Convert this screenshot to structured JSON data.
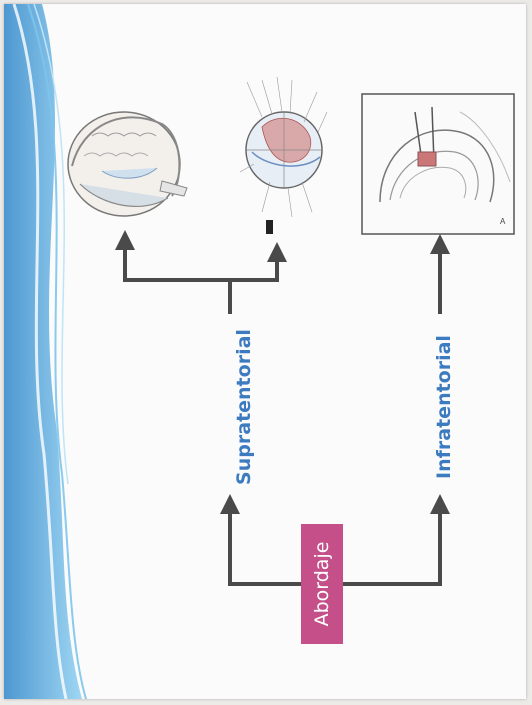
{
  "diagram": {
    "root": "Abordaje",
    "branches": [
      "Supratentorial",
      "Infratentorial"
    ]
  },
  "colors": {
    "label_blue": "#3d7bc0",
    "root_box": "#c44f89",
    "arrow": "#4a4a4a",
    "wave_blue": "#5aa8dc"
  }
}
